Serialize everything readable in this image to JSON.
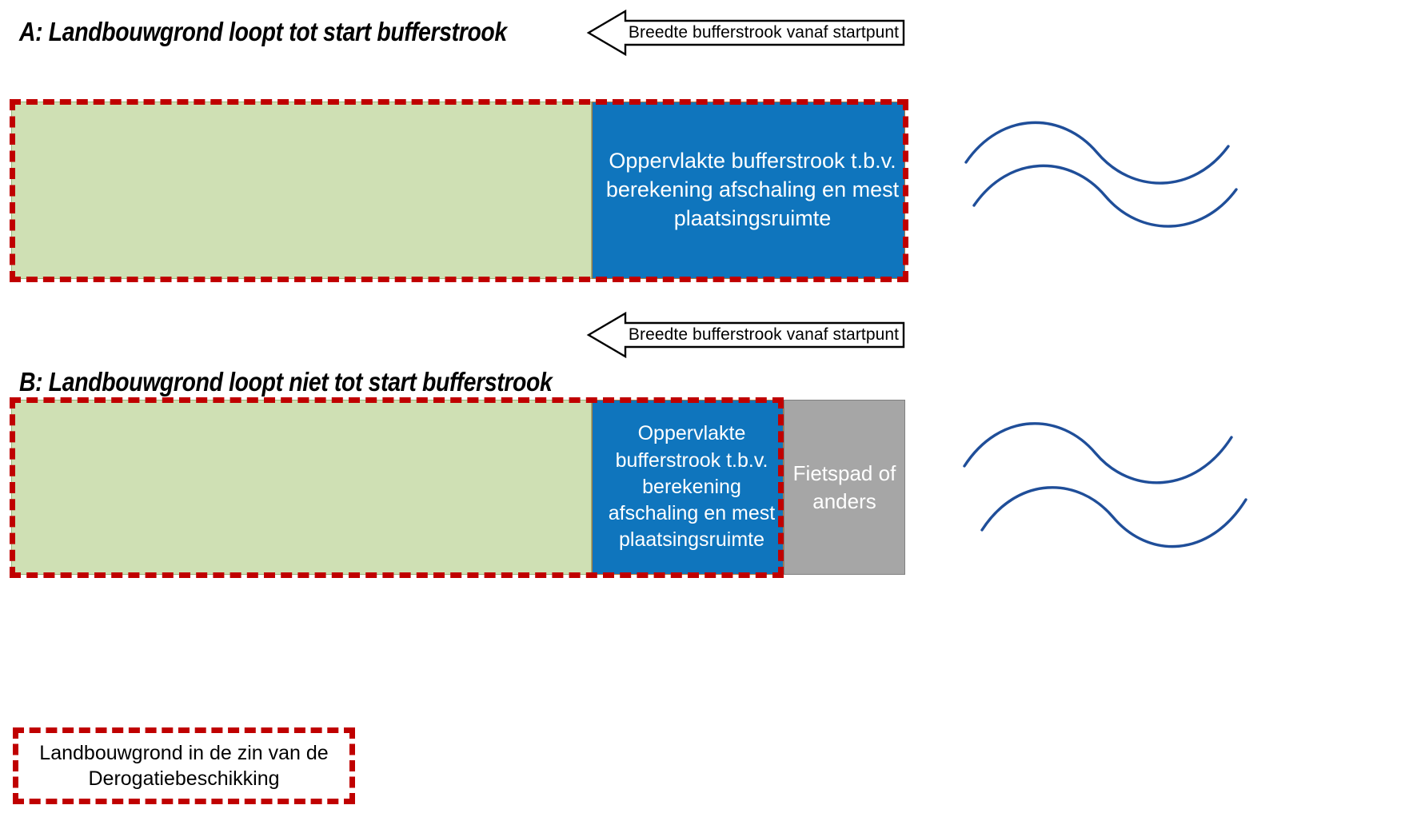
{
  "diagram": {
    "language": "nl",
    "colors": {
      "agricultural_land": "#cfe0b4",
      "buffer_strip": "#0f75bd",
      "path_other": "#a6a6a6",
      "derogation_outline": "#c00000",
      "water": "#1f4e99"
    },
    "sections": [
      {
        "id": "A",
        "title": "A: Landbouwgrond loopt tot start bufferstrook",
        "callout": {
          "label": "Breedte bufferstrook vanaf startpunt",
          "direction": "left",
          "icon": "left-arrow-callout"
        },
        "bands": [
          {
            "id": "green-a",
            "name": "agricultural-land-band",
            "label": "",
            "color": "#cfe0b4"
          },
          {
            "id": "blue-a",
            "name": "buffer-strip-band",
            "label": "Oppervlakte bufferstrook t.b.v. berekening afschaling en mest plaatsingsruimte",
            "color": "#0f75bd"
          }
        ],
        "derogation_outline_covers": "green-a + blue-a"
      },
      {
        "id": "B",
        "title": "B: Landbouwgrond loopt niet tot start bufferstrook",
        "callout": {
          "label": "Breedte bufferstrook vanaf startpunt",
          "direction": "left",
          "icon": "left-arrow-callout"
        },
        "bands": [
          {
            "id": "green-b",
            "name": "agricultural-land-band",
            "label": "",
            "color": "#cfe0b4"
          },
          {
            "id": "blue-b",
            "name": "buffer-strip-band",
            "label": "Oppervlakte bufferstrook t.b.v. berekening afschaling en mest plaatsingsruimte",
            "color": "#0f75bd"
          },
          {
            "id": "gray-b",
            "name": "path-or-other-band",
            "label": "Fietspad of anders",
            "color": "#a6a6a6"
          }
        ],
        "derogation_outline_covers": "green-b + blue-b"
      }
    ],
    "legend": {
      "icon": "red-dashed-box",
      "label": "Landbouwgrond in de zin van de Derogatiebeschikking"
    },
    "water": {
      "icon": "water-waves",
      "count_per_section": 2
    }
  }
}
